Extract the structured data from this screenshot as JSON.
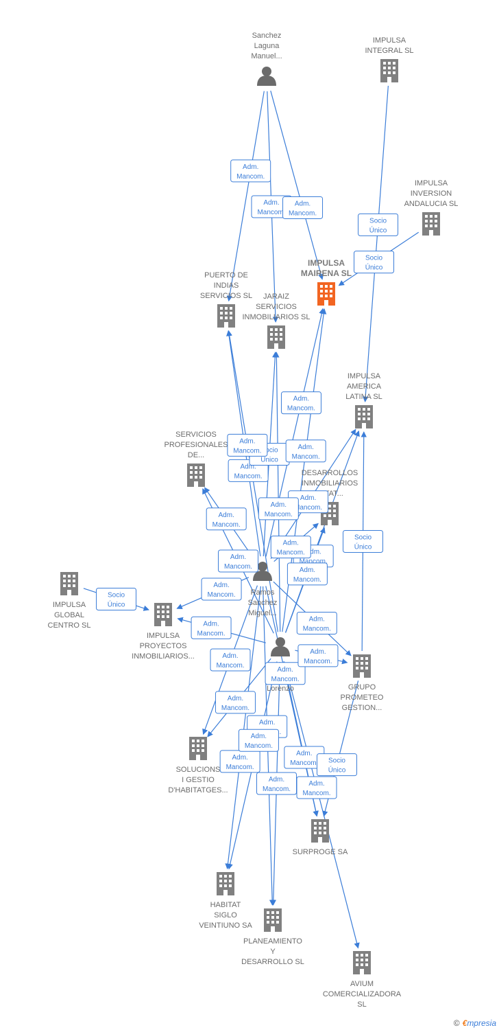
{
  "colors": {
    "edge": "#3b7dd8",
    "company": "#808080",
    "focus": "#f26522",
    "person": "#6b6b6b",
    "label": "#6b6b6b"
  },
  "nodes": [
    {
      "id": "sanchez",
      "kind": "person",
      "icon": "person-icon",
      "lines": [
        "Sanchez",
        "Laguna",
        "Manuel..."
      ]
    },
    {
      "id": "impulsa_integral",
      "kind": "company",
      "icon": "building-icon",
      "lines": [
        "IMPULSA",
        "INTEGRAL  SL"
      ]
    },
    {
      "id": "impulsa_inversion",
      "kind": "company",
      "icon": "building-icon",
      "lines": [
        "IMPULSA",
        "INVERSION",
        "ANDALUCIA  SL"
      ]
    },
    {
      "id": "impulsa_mairena",
      "kind": "focus",
      "icon": "building-icon",
      "lines": [
        "IMPULSA",
        "MAIRENA  SL"
      ]
    },
    {
      "id": "puerto_indias",
      "kind": "company",
      "icon": "building-icon",
      "lines": [
        "PUERTO DE",
        "INDIAS",
        "SERVICIOS SL"
      ]
    },
    {
      "id": "jaraiz",
      "kind": "company",
      "icon": "building-icon",
      "lines": [
        "JARAIZ",
        "SERVICIOS",
        "INMOBILIARIOS SL"
      ]
    },
    {
      "id": "impulsa_america",
      "kind": "company",
      "icon": "building-icon",
      "lines": [
        "IMPULSA",
        "AMERICA",
        "LATINA  SL"
      ]
    },
    {
      "id": "servicios_prof",
      "kind": "company",
      "icon": "building-icon",
      "lines": [
        "SERVICIOS",
        "PROFESIONALES",
        "DE..."
      ]
    },
    {
      "id": "desarrollos",
      "kind": "company",
      "icon": "building-icon",
      "lines": [
        "DESARROLLOS",
        "INMOBILIARIOS",
        "ALTAT..."
      ]
    },
    {
      "id": "ramos",
      "kind": "person",
      "icon": "person-icon",
      "lines": [
        "Ramos",
        "Sanchez",
        "Miguel..."
      ]
    },
    {
      "id": "impulsa_global",
      "kind": "company",
      "icon": "building-icon",
      "lines": [
        "IMPULSA",
        "GLOBAL",
        "CENTRO  SL"
      ]
    },
    {
      "id": "impulsa_proyectos",
      "kind": "company",
      "icon": "building-icon",
      "lines": [
        "IMPULSA",
        "PROYECTOS",
        "INMOBILIARIOS..."
      ]
    },
    {
      "id": "humanes",
      "kind": "person",
      "icon": "person-icon",
      "lines": [
        "Humanes",
        "Lledo",
        "Lorenzo"
      ]
    },
    {
      "id": "grupo_prometeo",
      "kind": "company",
      "icon": "building-icon",
      "lines": [
        "GRUPO",
        "PROMETEO",
        "GESTION..."
      ]
    },
    {
      "id": "solucions",
      "kind": "company",
      "icon": "building-icon",
      "lines": [
        "SOLUCIONS",
        "I GESTIO",
        "D'HABITATGES..."
      ]
    },
    {
      "id": "surproge",
      "kind": "company",
      "icon": "building-icon",
      "lines": [
        "SURPROGE SA"
      ]
    },
    {
      "id": "habitat",
      "kind": "company",
      "icon": "building-icon",
      "lines": [
        "HABITAT",
        "SIGLO",
        "VEINTIUNO SA"
      ]
    },
    {
      "id": "planeamiento",
      "kind": "company",
      "icon": "building-icon",
      "lines": [
        "PLANEAMIENTO",
        "Y",
        "DESARROLLO SL"
      ]
    },
    {
      "id": "avium",
      "kind": "company",
      "icon": "building-icon",
      "lines": [
        "AVIUM",
        "COMERCIALIZADORA",
        "SL"
      ]
    }
  ],
  "edges": [
    {
      "from": "sanchez",
      "to": "puerto_indias",
      "label": [
        "Adm.",
        "Mancom."
      ]
    },
    {
      "from": "sanchez",
      "to": "jaraiz",
      "label": [
        "Adm.",
        "Mancom."
      ]
    },
    {
      "from": "sanchez",
      "to": "impulsa_mairena",
      "label": [
        "Adm.",
        "Mancom."
      ]
    },
    {
      "from": "impulsa_integral",
      "to": "impulsa_america",
      "label": [
        "Socio",
        "Único"
      ]
    },
    {
      "from": "impulsa_inversion",
      "to": "impulsa_mairena",
      "label": [
        "Socio",
        "Único"
      ]
    },
    {
      "from": "ramos",
      "to": "puerto_indias",
      "label": [
        "Adm.",
        "Mancom."
      ]
    },
    {
      "from": "ramos",
      "to": "jaraiz",
      "label": [
        "Socio",
        "Único"
      ]
    },
    {
      "from": "ramos",
      "to": "impulsa_mairena",
      "label": [
        "Adm.",
        "Mancom."
      ]
    },
    {
      "from": "ramos",
      "to": "impulsa_america",
      "label": [
        "Adm.",
        "Mancom."
      ]
    },
    {
      "from": "ramos",
      "to": "servicios_prof",
      "label": [
        "Adm.",
        "Mancom."
      ]
    },
    {
      "from": "ramos",
      "to": "impulsa_proyectos",
      "label": [
        "Adm.",
        "Mancom."
      ]
    },
    {
      "from": "ramos",
      "to": "solucions",
      "label": [
        "Adm.",
        "Mancom."
      ]
    },
    {
      "from": "ramos",
      "to": "habitat",
      "label": [
        "Adm.",
        "Mancom."
      ]
    },
    {
      "from": "ramos",
      "to": "planeamiento",
      "label": [
        "Adm.",
        "Mancom."
      ]
    },
    {
      "from": "ramos",
      "to": "grupo_prometeo",
      "label": [
        "Adm.",
        "Mancom."
      ]
    },
    {
      "from": "ramos",
      "to": "surproge",
      "label": [
        "Adm.",
        "Mancom."
      ]
    },
    {
      "from": "impulsa_global",
      "to": "impulsa_proyectos",
      "label": [
        "Socio",
        "Único"
      ]
    },
    {
      "from": "humanes",
      "to": "puerto_indias",
      "label": [
        "Adm.",
        "Mancom."
      ]
    },
    {
      "from": "humanes",
      "to": "jaraiz",
      "label": [
        "Adm.",
        "Mancom."
      ]
    },
    {
      "from": "humanes",
      "to": "impulsa_mairena",
      "label": [
        "Adm.",
        "Mancom."
      ]
    },
    {
      "from": "humanes",
      "to": "impulsa_america",
      "label": [
        "Adm.",
        "Mancom."
      ]
    },
    {
      "from": "humanes",
      "to": "servicios_prof",
      "label": [
        "Adm.",
        "Mancom."
      ]
    },
    {
      "from": "humanes",
      "to": "impulsa_proyectos",
      "label": [
        "Adm.",
        "Mancom."
      ]
    },
    {
      "from": "humanes",
      "to": "grupo_prometeo",
      "label": [
        "Adm.",
        "Mancom."
      ]
    },
    {
      "from": "humanes",
      "to": "solucions",
      "label": [
        "Adm.",
        "Mancom."
      ]
    },
    {
      "from": "humanes",
      "to": "habitat",
      "label": [
        "Adm.",
        "Mancom."
      ]
    },
    {
      "from": "humanes",
      "to": "planeamiento",
      "label": [
        "Adm.",
        "Mancom."
      ]
    },
    {
      "from": "humanes",
      "to": "surproge",
      "label": [
        "Adm.",
        "Mancom."
      ]
    },
    {
      "from": "humanes",
      "to": "avium",
      "label": [
        "Adm.",
        "Mancom."
      ]
    },
    {
      "from": "humanes",
      "to": "desarrollos",
      "label": [
        "Adm.",
        "Mancom."
      ]
    },
    {
      "from": "ramos",
      "to": "desarrollos",
      "label": [
        "Adm.",
        "Mancom."
      ]
    },
    {
      "from": "grupo_prometeo",
      "to": "impulsa_america",
      "label": [
        "Socio",
        "Único"
      ]
    },
    {
      "from": "grupo_prometeo",
      "to": "surproge",
      "label": [
        "Socio",
        "Único"
      ]
    }
  ],
  "brand": {
    "copyright": "©",
    "first": "€",
    "rest": "mpresia"
  }
}
